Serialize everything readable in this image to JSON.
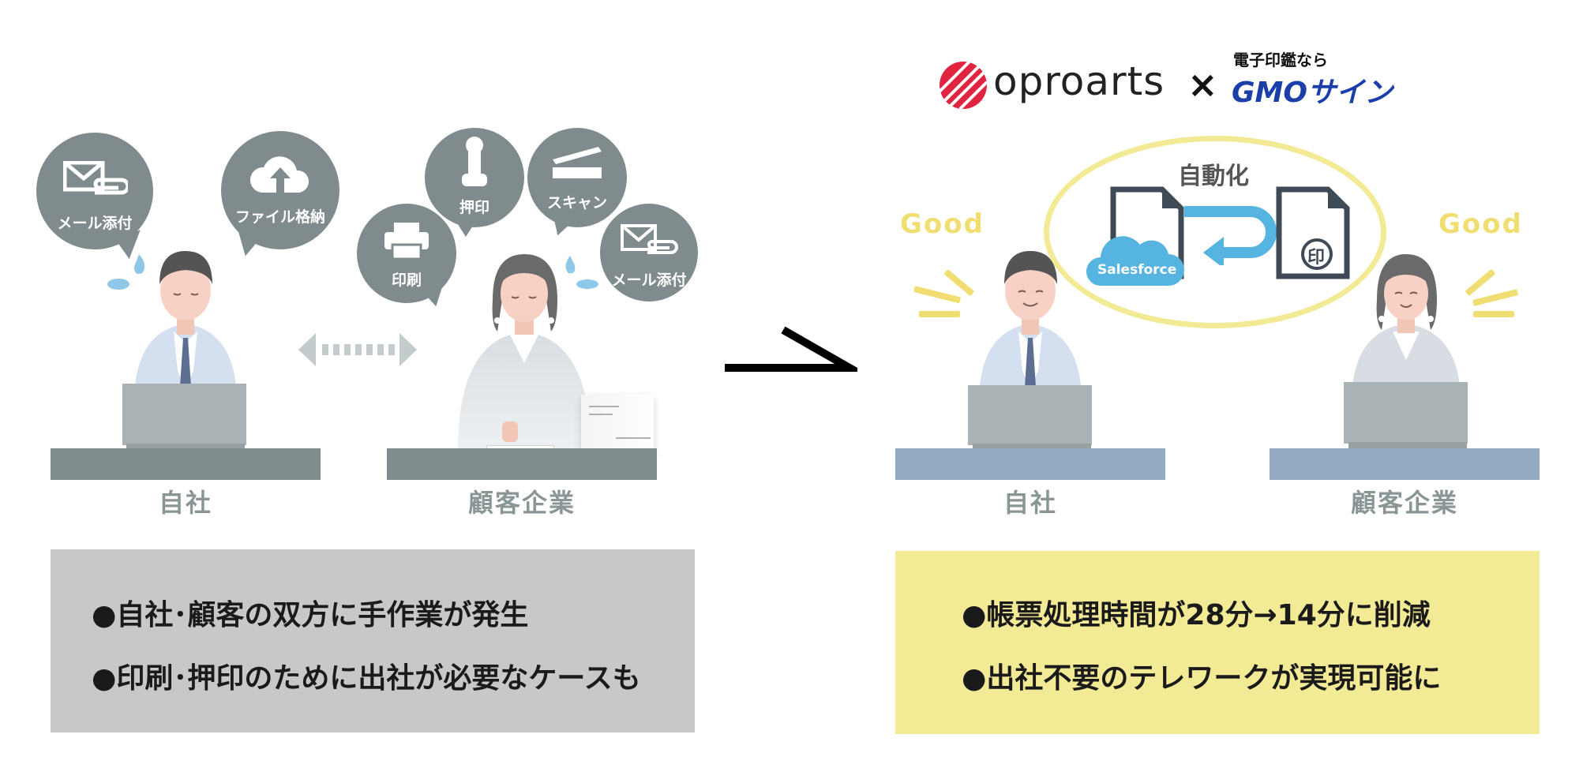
{
  "before": {
    "bubbles": {
      "mail1": "メール添付",
      "cloud": "ファイル格納",
      "stamp": "押印",
      "scan": "スキャン",
      "print": "印刷",
      "mail2": "メール添付"
    },
    "captions": {
      "company": "自社",
      "client": "顧客企業"
    },
    "box": {
      "color": "#c8c8c8",
      "lines": [
        "●自社･顧客の双方に手作業が発生",
        "●印刷･押印のために出社が必要なケースも"
      ]
    }
  },
  "after": {
    "logos": {
      "oproarts": "oproarts",
      "times": "×",
      "gmo_tag": "電子印鑑なら",
      "gmo": "GMOサイン"
    },
    "auto": {
      "label": "自動化",
      "salesforce": "Salesforce",
      "seal": "印"
    },
    "good_left": "Good",
    "good_right": "Good",
    "captions": {
      "company": "自社",
      "client": "顧客企業"
    },
    "box": {
      "color": "#f3ea95",
      "lines": [
        "●帳票処理時間が28分→14分に削減",
        "●出社不要のテレワークが実現可能に"
      ]
    }
  },
  "colors": {
    "gray": "#7f8b8c",
    "yellow": "#f0de72",
    "blue_desk": "#93aac2",
    "cloud": "#56b4e0",
    "brand_red": "#e0233f",
    "gmo_blue": "#1a3fa8"
  }
}
